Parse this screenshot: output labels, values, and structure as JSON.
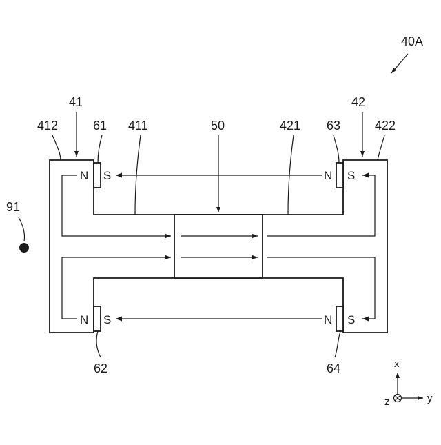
{
  "figure": {
    "assembly_label": "40A",
    "labels": {
      "core_left": "41",
      "core_right": "42",
      "yoke_left": "412",
      "yoke_right": "422",
      "arm_left": "411",
      "arm_right": "421",
      "center": "50",
      "magnet_top_left": "61",
      "magnet_bottom_left": "62",
      "magnet_top_right": "63",
      "magnet_bottom_right": "64",
      "object": "91"
    },
    "poles": {
      "north": "N",
      "south": "S"
    },
    "axes": {
      "x": "x",
      "y": "y",
      "z": "z"
    }
  }
}
